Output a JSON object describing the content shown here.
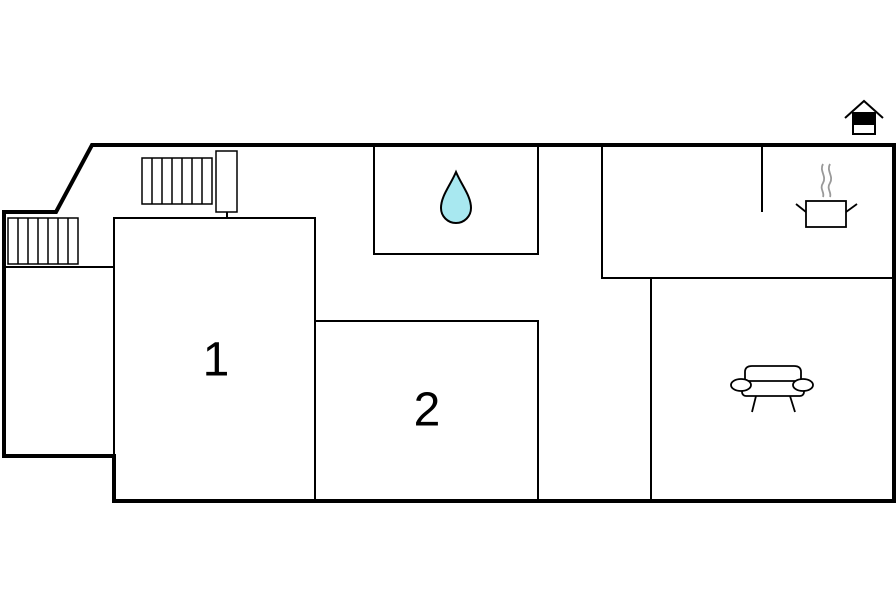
{
  "plan": {
    "rooms": [
      {
        "id": "bedroom-1",
        "label": "1"
      },
      {
        "id": "bedroom-2",
        "label": "2"
      }
    ],
    "icons": {
      "entrance": "house-entrance-icon",
      "bathroom": "water-drop-icon",
      "kitchen": "cooking-pot-icon",
      "living_room": "sofa-icon",
      "stairs": "staircase-icon"
    },
    "colors": {
      "wall": "#000000",
      "water_drop": "#a8e8f0",
      "background": "#ffffff"
    }
  }
}
